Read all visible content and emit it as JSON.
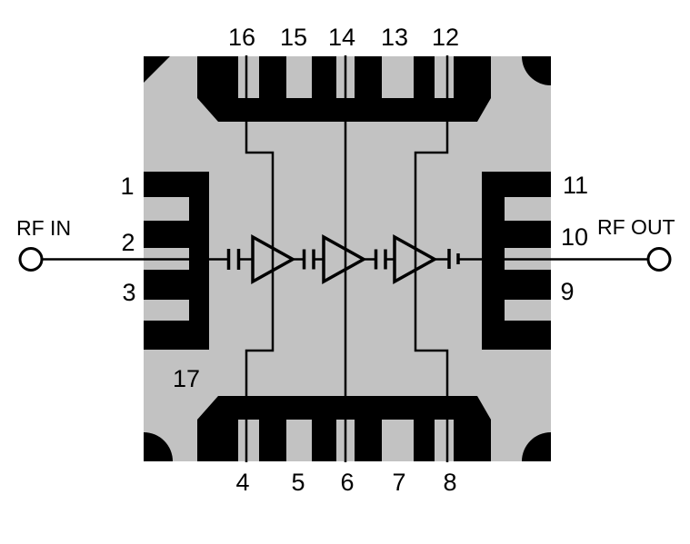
{
  "colors": {
    "die": "#C2C2C2",
    "metal": "#000000",
    "background": "#FFFFFF"
  },
  "labels": {
    "rf_in": "RF IN",
    "rf_out": "RF OUT"
  },
  "pins": [
    "1",
    "2",
    "3",
    "4",
    "5",
    "6",
    "7",
    "8",
    "9",
    "10",
    "11",
    "12",
    "13",
    "14",
    "15",
    "16",
    "17"
  ],
  "icons": {
    "amplifier": "right-pointing-triangle",
    "capacitor": "double-plate-bars",
    "terminal": "open-circle",
    "orientation_mark": "corner-triangle",
    "corner_pads": "quarter-circle"
  }
}
